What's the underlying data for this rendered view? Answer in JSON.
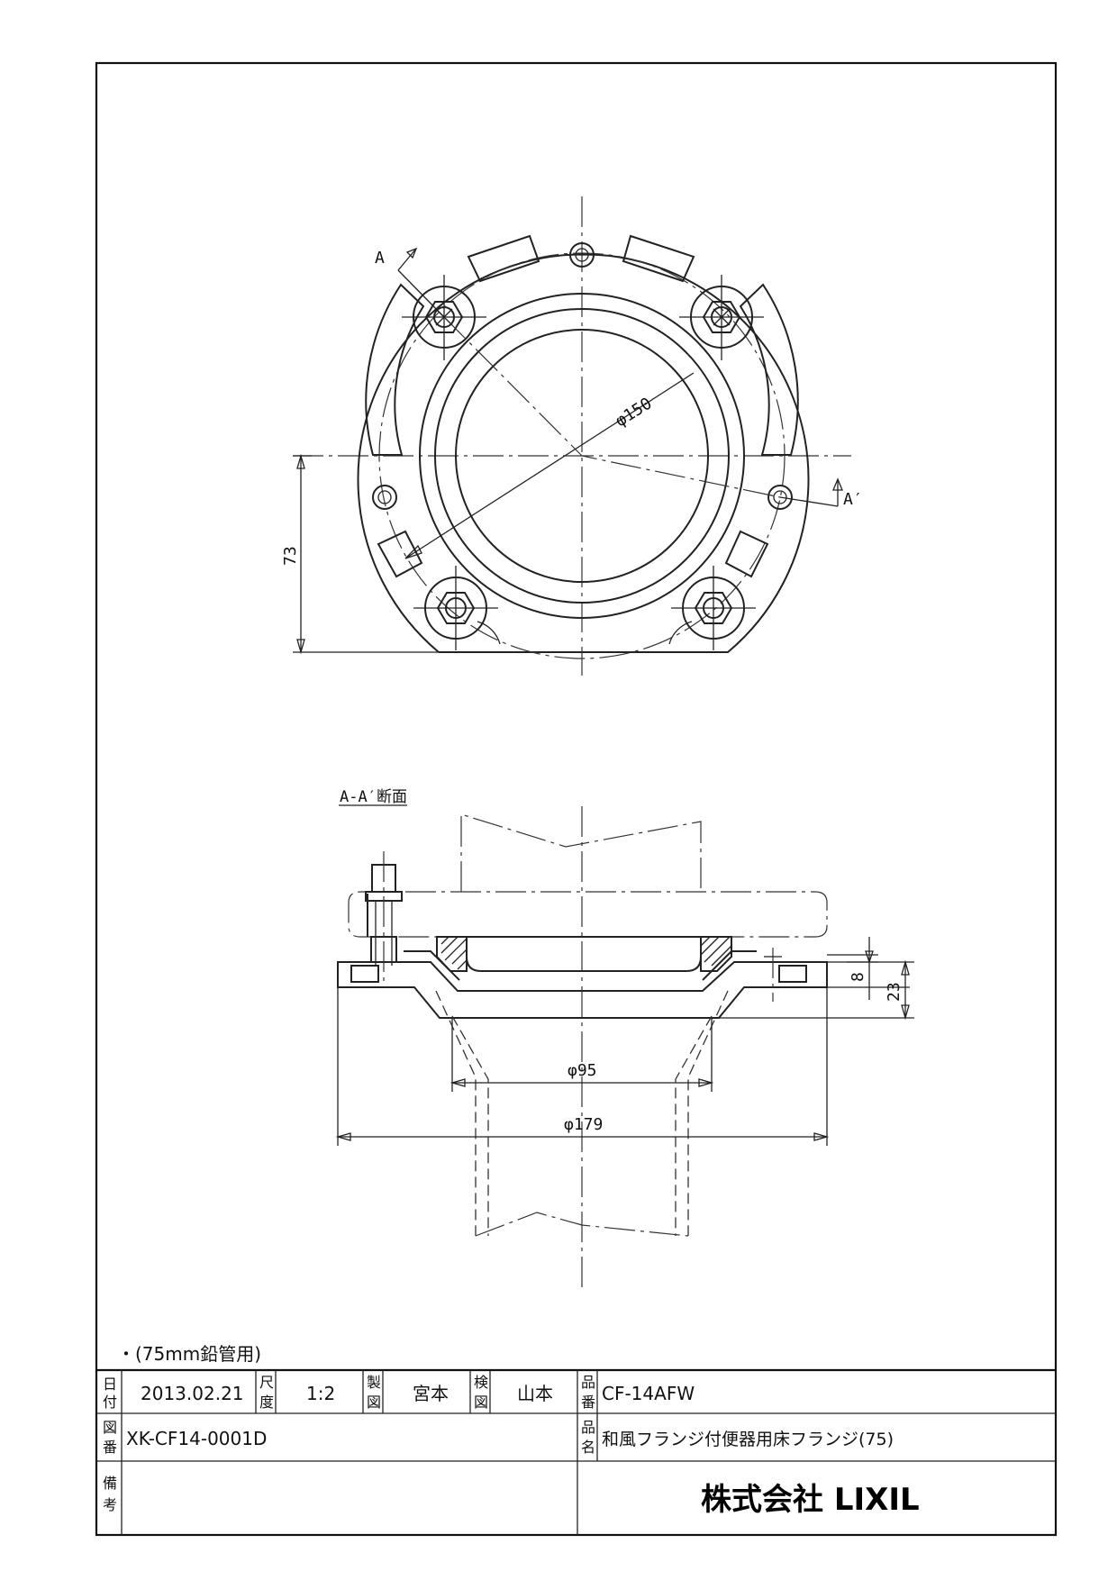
{
  "drawing": {
    "plan_view": {
      "section_mark_a": "A",
      "section_mark_a_prime": "A′",
      "dim_diameter": "φ150",
      "dim_height": "73"
    },
    "section_view": {
      "title": "A-A′断面",
      "dim_top": "8",
      "dim_right": "23",
      "dim_inner": "φ95",
      "dim_outer": "φ179"
    },
    "note": "・(75mm鉛管用)"
  },
  "title_block": {
    "date_label": "日付",
    "date_value": "2013.02.21",
    "scale_label": "尺度",
    "scale_value": "1:2",
    "drawn_label": "製図",
    "drawn_value": "宮本",
    "checked_label": "検図",
    "checked_value": "山本",
    "part_no_label": "品番",
    "part_no_value": "CF-14AFW",
    "drawing_no_label": "図番",
    "drawing_no_value": "XK-CF14-0001D",
    "part_name_label": "品名",
    "part_name_value": "和風フランジ付便器用床フランジ(75)",
    "remarks_label": "備考",
    "company": "株式会社 LIXIL"
  }
}
